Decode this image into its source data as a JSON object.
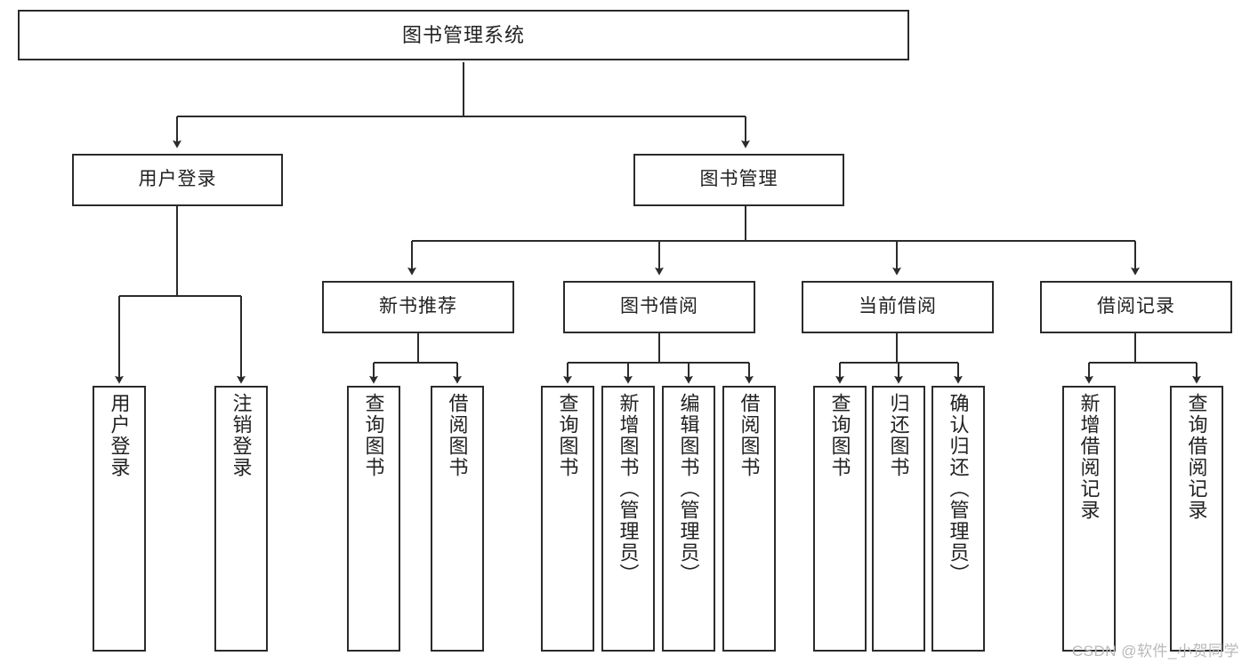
{
  "diagram": {
    "title": "图书管理系统",
    "type": "tree-hierarchy-diagram",
    "watermark": "CSDN @软件_小贺同学",
    "colors": {
      "background": "#ffffff",
      "box_border": "#2b2b2b",
      "box_fill": "#ffffff",
      "text": "#222222",
      "edge": "#2b2b2b",
      "watermark": "#b9b9b9"
    },
    "nodes": {
      "root": {
        "label": "图书管理系统"
      },
      "level1": [
        {
          "label": "用户登录"
        },
        {
          "label": "图书管理"
        }
      ],
      "level2": [
        {
          "label": "新书推荐"
        },
        {
          "label": "图书借阅"
        },
        {
          "label": "当前借阅"
        },
        {
          "label": "借阅记录"
        }
      ],
      "leaves_user_login": [
        {
          "label": "用户登录"
        },
        {
          "label": "注销登录"
        }
      ],
      "leaves_new_book": [
        {
          "label": "查询图书"
        },
        {
          "label": "借阅图书"
        }
      ],
      "leaves_borrow": [
        {
          "label": "查询图书"
        },
        {
          "label": "新增图书（管理员）"
        },
        {
          "label": "编辑图书（管理员）"
        },
        {
          "label": "借阅图书"
        }
      ],
      "leaves_current": [
        {
          "label": "查询图书"
        },
        {
          "label": "归还图书"
        },
        {
          "label": "确认归还（管理员）"
        }
      ],
      "leaves_records": [
        {
          "label": "新增借阅记录"
        },
        {
          "label": "查询借阅记录"
        }
      ]
    }
  }
}
